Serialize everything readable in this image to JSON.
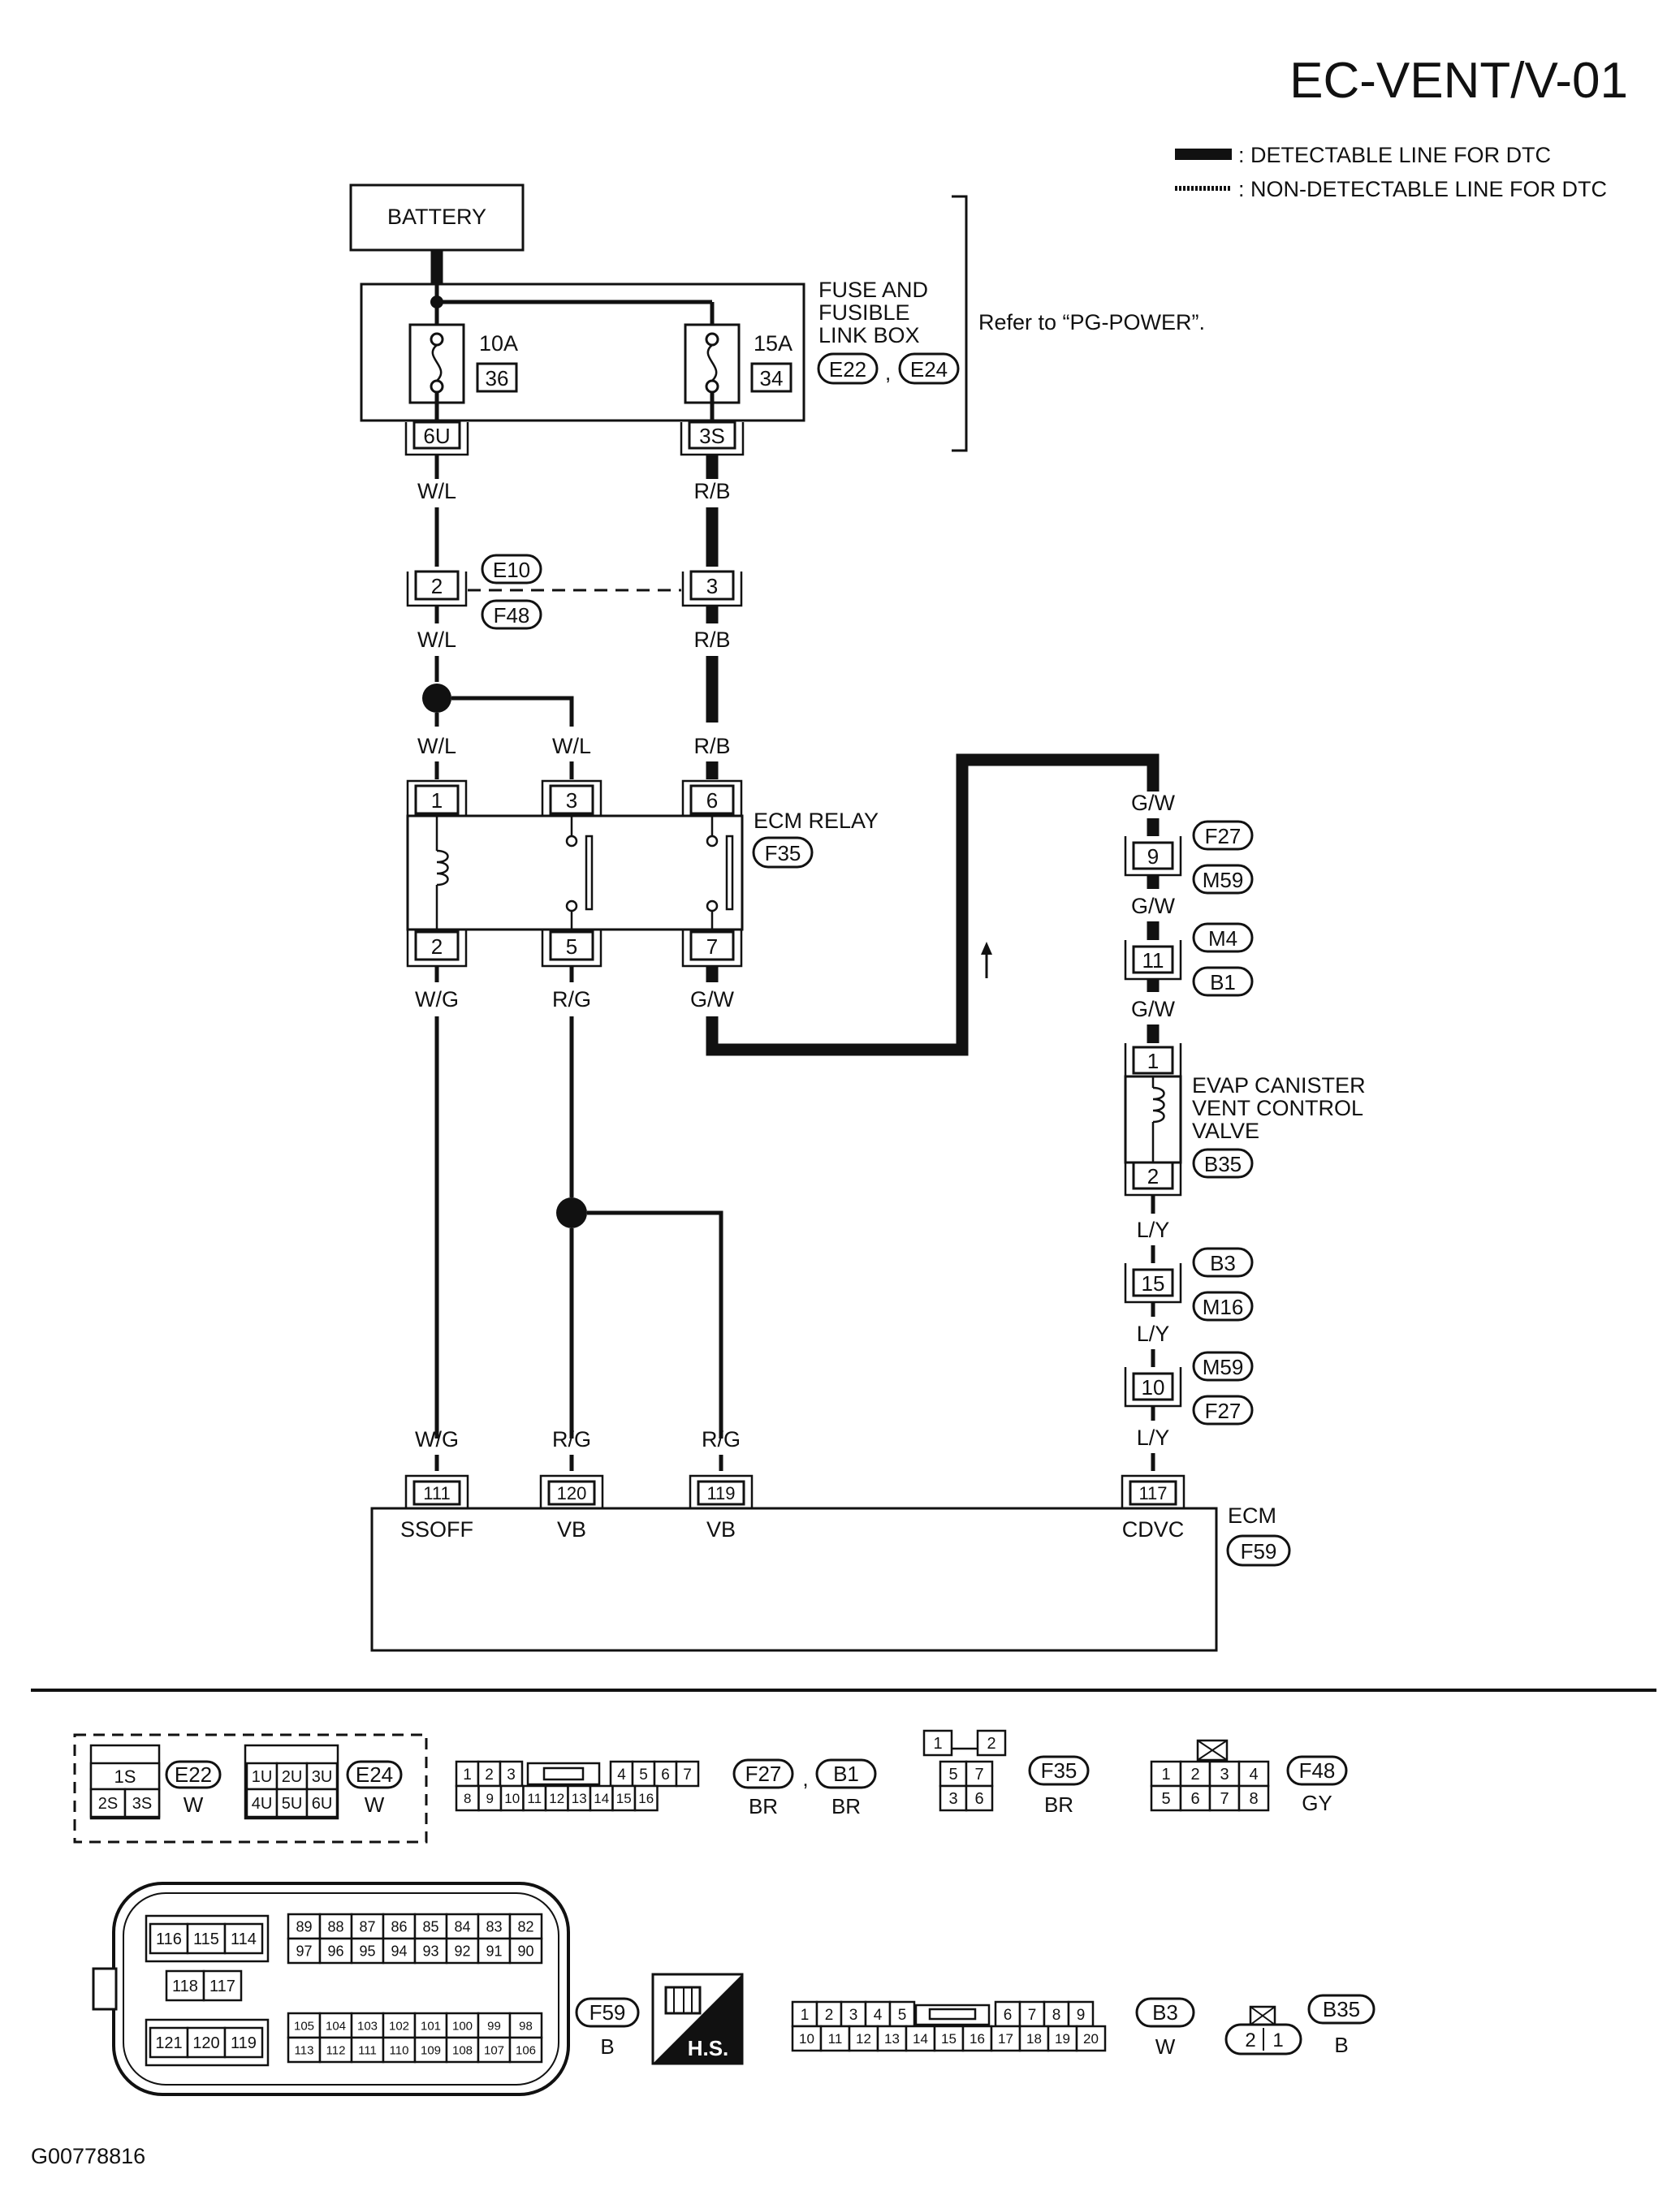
{
  "page_code": "EC-VENT/V-01",
  "figure_id": "G00778816",
  "legend": {
    "detectable": ": DETECTABLE LINE FOR DTC",
    "non_detectable": ": NON-DETECTABLE LINE FOR DTC"
  },
  "battery": "BATTERY",
  "fuse_box": {
    "label_l1": "FUSE AND",
    "label_l2": "FUSIBLE",
    "label_l3": "LINK BOX",
    "conn_a": "E22",
    "conn_b": "E24",
    "comma": ",",
    "ref_note": "Refer to “PG-POWER”.",
    "fuse1_amp": "10A",
    "fuse1_no": "36",
    "fuse2_amp": "15A",
    "fuse2_no": "34",
    "term1": "6U",
    "term2": "3S"
  },
  "wires": {
    "w1": "W/L",
    "w2": "R/B",
    "w3": "W/L",
    "w4": "R/B",
    "w5": "W/L",
    "w6": "W/L",
    "w7": "R/B",
    "w8": "W/G",
    "w9": "R/G",
    "w10": "G/W",
    "w11": "W/G",
    "w12": "R/G",
    "w13": "R/G",
    "g1": "G/W",
    "g2": "G/W",
    "g3": "G/W",
    "l1": "L/Y",
    "l2": "L/Y",
    "l3": "L/Y"
  },
  "joint_e10": {
    "pin_a": "2",
    "pin_b": "3",
    "tag_top": "E10",
    "tag_bottom": "F48"
  },
  "ecm_relay": {
    "label": "ECM RELAY",
    "tag": "F35",
    "pins_top": [
      "1",
      "3",
      "6"
    ],
    "pins_bottom": [
      "2",
      "5",
      "7"
    ]
  },
  "right_chain": {
    "c1_pin": "9",
    "c1_tag_a": "F27",
    "c1_tag_b": "M59",
    "c2_pin": "11",
    "c2_tag_a": "M4",
    "c2_tag_b": "B1",
    "valve_pin1": "1",
    "valve_pin2": "2",
    "valve_l1": "EVAP CANISTER",
    "valve_l2": "VENT CONTROL",
    "valve_l3": "VALVE",
    "valve_tag": "B35",
    "c3_pin": "15",
    "c3_tag_a": "B3",
    "c3_tag_b": "M16",
    "c4_pin": "10",
    "c4_tag_a": "M59",
    "c4_tag_b": "F27"
  },
  "ecm": {
    "label": "ECM",
    "tag": "F59",
    "pins": [
      "111",
      "120",
      "119",
      "117"
    ],
    "names": [
      "SSOFF",
      "VB",
      "VB",
      "CDVC"
    ]
  },
  "connectors": {
    "e22_cells_top": [
      "1S"
    ],
    "e22_cells_bot": [
      "2S",
      "3S"
    ],
    "e22_tag": "E22",
    "e22_color": "W",
    "e24_cells_top": [
      "1U",
      "2U",
      "3U"
    ],
    "e24_cells_bot": [
      "4U",
      "5U",
      "6U"
    ],
    "e24_tag": "E24",
    "e24_color": "W",
    "f27_top": [
      "1",
      "2",
      "3",
      "4",
      "5",
      "6",
      "7"
    ],
    "f27_bot": [
      "8",
      "9",
      "10",
      "11",
      "12",
      "13",
      "14",
      "15",
      "16"
    ],
    "f27_tag": "F27",
    "f27_color": "BR",
    "b1_tag": "B1",
    "b1_color": "BR",
    "comma": ",",
    "f35_cells": [
      "1",
      "2",
      "5",
      "7",
      "3",
      "6"
    ],
    "f35_tag": "F35",
    "f35_color": "BR",
    "f48_top": [
      "1",
      "2",
      "3",
      "4"
    ],
    "f48_bot": [
      "5",
      "6",
      "7",
      "8"
    ],
    "f48_tag": "F48",
    "f48_color": "GY",
    "f59_a": [
      "116",
      "115",
      "114"
    ],
    "f59_b": [
      "118",
      "117"
    ],
    "f59_c": [
      "121",
      "120",
      "119"
    ],
    "f59_d": [
      "89",
      "88",
      "87",
      "86",
      "85",
      "84",
      "83",
      "82"
    ],
    "f59_e": [
      "97",
      "96",
      "95",
      "94",
      "93",
      "92",
      "91",
      "90"
    ],
    "f59_f": [
      "105",
      "104",
      "103",
      "102",
      "101",
      "100",
      "99",
      "98"
    ],
    "f59_g": [
      "113",
      "112",
      "111",
      "110",
      "109",
      "108",
      "107",
      "106"
    ],
    "f59_tag": "F59",
    "f59_color": "B",
    "hs_label": "H.S.",
    "b3_top": [
      "1",
      "2",
      "3",
      "4",
      "5",
      "6",
      "7",
      "8",
      "9"
    ],
    "b3_bot": [
      "10",
      "11",
      "12",
      "13",
      "14",
      "15",
      "16",
      "17",
      "18",
      "19",
      "20"
    ],
    "b3_tag": "B3",
    "b3_color": "W",
    "b35_cells": [
      "2",
      "1"
    ],
    "b35_tag": "B35",
    "b35_color": "B"
  }
}
